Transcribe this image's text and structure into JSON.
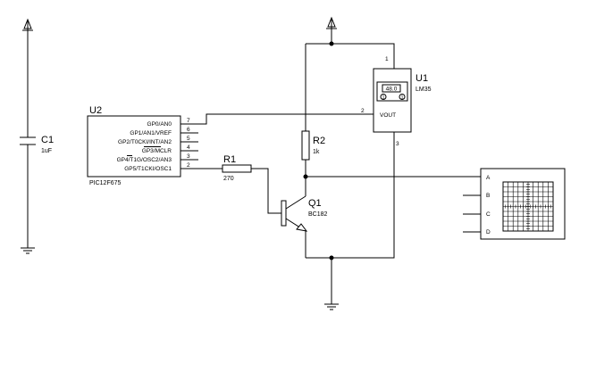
{
  "components": {
    "c1": {
      "ref": "C1",
      "value": "1uF"
    },
    "u2": {
      "ref": "U2",
      "part": "PIC12F675",
      "pins": [
        {
          "label": "GP0/AN0",
          "num": "7"
        },
        {
          "label": "GP1/AN1/VREF",
          "num": "6"
        },
        {
          "label": "GP2/T0CKI/INT/AN2",
          "num": "5"
        },
        {
          "label": "GP3/MCLR",
          "num": "4"
        },
        {
          "label": "GP4/T1G/OSC2/AN3",
          "num": "3"
        },
        {
          "label": "GP5/T1CKI/OSC1",
          "num": "2"
        }
      ]
    },
    "r1": {
      "ref": "R1",
      "value": "270"
    },
    "r2": {
      "ref": "R2",
      "value": "1k"
    },
    "q1": {
      "ref": "Q1",
      "value": "BC182"
    },
    "u1": {
      "ref": "U1",
      "part": "LM35",
      "reading": "48.0",
      "pin_vout_label": "VOUT",
      "pin_vs": "1",
      "pin_vout": "2",
      "pin_gnd": "3",
      "btn_down": "1",
      "btn_up": "1"
    },
    "scope": {
      "channels": [
        "A",
        "B",
        "C",
        "D"
      ]
    }
  }
}
